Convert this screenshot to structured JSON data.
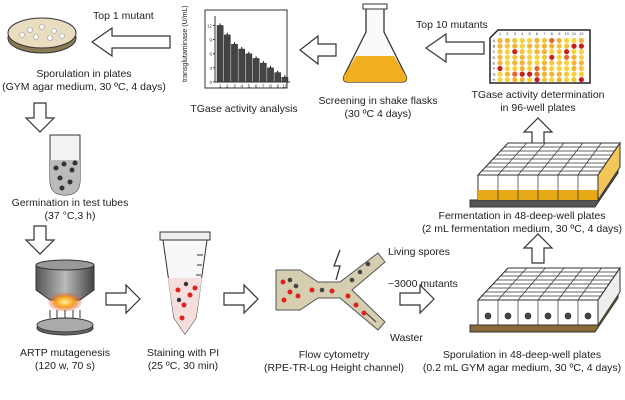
{
  "steps": {
    "sporulation_plates": {
      "title": "Sporulation in plates",
      "detail": "(GYM agar medium, 30 ºC, 4 days)"
    },
    "germination": {
      "title": "Germination in test tubes",
      "detail": "(37 °C,3 h)"
    },
    "artp": {
      "title": "ARTP mutagenesis",
      "detail": "(120 w, 70 s)"
    },
    "staining": {
      "title": "Staining with PI",
      "detail": "(25 ºC, 30 min)"
    },
    "flow": {
      "title": "Flow cytometry",
      "detail": "(RPE-TR-Log Height channel)",
      "living": "Living spores",
      "waste": "Waster"
    },
    "sporulation_48": {
      "title": "Sporulation in 48-deep-well plates",
      "detail": "(0.2 mL GYM agar medium, 30 ºC, 4 days)"
    },
    "fermentation": {
      "title": "Fermentation in 48-deep-well plates",
      "detail": "(2 mL fermentation medium, 30 ºC, 4 days)"
    },
    "determination": {
      "title": "TGase activity determination",
      "detail": "in 96-well plates"
    },
    "screening": {
      "title": "Screening in shake flasks",
      "detail": "(30 ºC 4 days)"
    },
    "analysis": {
      "title": "TGase activity analysis"
    }
  },
  "arrows": {
    "mutants_3000": "~3000 mutants",
    "top10": "Top 10 mutants",
    "top1": "Top 1 mutant"
  },
  "plate96": {
    "rows": [
      "A",
      "B",
      "C",
      "D",
      "E",
      "F",
      "G",
      "H"
    ],
    "cols": [
      "1",
      "2",
      "3",
      "4",
      "5",
      "6",
      "7",
      "8",
      "9",
      "10",
      "11",
      "12"
    ]
  },
  "chart_data": {
    "type": "bar",
    "categories": [
      "1",
      "2",
      "3",
      "4",
      "5",
      "6",
      "7",
      "8",
      "9",
      "10"
    ],
    "values": [
      12,
      10,
      8,
      7,
      6,
      5,
      4,
      3,
      2,
      1
    ],
    "ylabel": "transglutaminase (U/mL)",
    "yticks": [
      "0",
      "3",
      "6",
      "9",
      "12"
    ],
    "ylim": [
      0,
      14
    ]
  }
}
